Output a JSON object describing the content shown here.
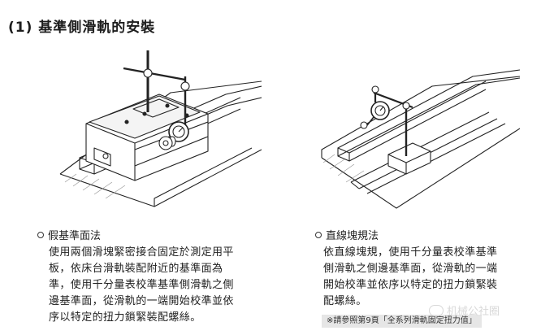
{
  "title": "(1) 基準側滑軌的安裝",
  "left_section": {
    "heading": "假基準面法",
    "body": "使用兩個滑塊緊密接合固定於測定用平\n板，依床台滑軌裝配附近的基準面為\n準，使用千分量表校準基準側滑軌之側\n邊基準面，從滑軌的一端開始校準並依\n序以特定的扭力鎖緊裝配螺絲。"
  },
  "right_section": {
    "heading": "直線塊規法",
    "body": "依直線塊規，使用千分量表校準基準\n側滑軌之側邊基準面，從滑軌的一端\n開始校準並依序以特定的扭力鎖緊裝\n配螺絲。"
  },
  "note": "※請參照第9頁「全系列滑軌固定扭力值」",
  "watermark": "机械公社圈",
  "icons": [
    "bullet-circle-icon",
    "wechat-icon"
  ]
}
